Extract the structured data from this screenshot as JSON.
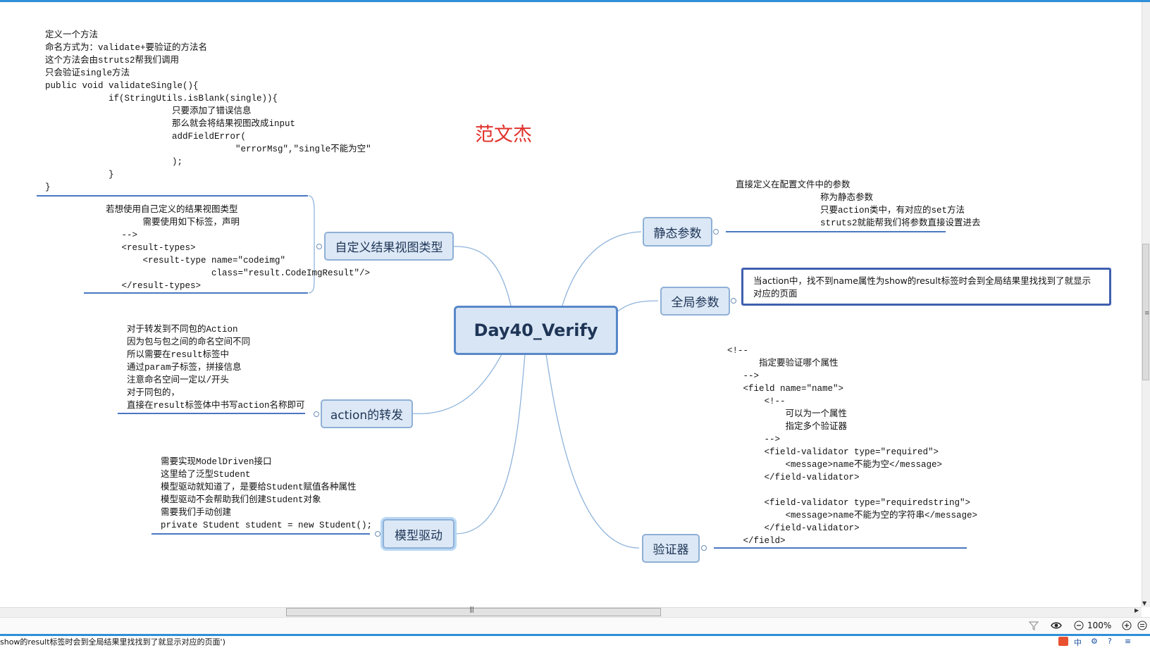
{
  "author": "范文杰",
  "central": "Day40_Verify",
  "branches": {
    "custom_result": "自定义结果视图类型",
    "forward": "action的转发",
    "model_driven": "模型驱动",
    "static_params": "静态参数",
    "global_params": "全局参数",
    "validator": "验证器"
  },
  "notes": {
    "top_left": "定义一个方法\n命名方式为：validate+要验证的方法名\n这个方法会由struts2帮我们调用\n只会验证single方法\npublic void validateSingle(){\n            if(StringUtils.isBlank(single)){\n                        只要添加了错误信息\n                        那么就会将结果视图改成input\n                        addFieldError(\n                                    \"errorMsg\",\"single不能为空\"\n                        );\n            }\n}",
    "custom_result": "若想使用自己定义的结果视图类型\n       需要使用如下标签，声明\n   -->\n   <result-types>\n       <result-type name=\"codeimg\"\n                    class=\"result.CodeImgResult\"/>\n   </result-types>",
    "forward": "对于转发到不同包的Action\n因为包与包之间的命名空间不同\n所以需要在result标签中\n通过param子标签，拼接信息\n注意命名空间一定以/开头\n对于同包的，\n直接在result标签体中书写action名称即可",
    "model_driven": "需要实现ModelDriven接口\n这里给了泛型Student\n模型驱动就知道了，是要给Student赋值各种属性\n模型驱动不会帮助我们创建Student对象\n需要我们手动创建\nprivate Student student = new Student();",
    "static_params": "直接定义在配置文件中的参数\n                称为静态参数\n                只要action类中，有对应的set方法\n                struts2就能帮我们将参数直接设置进去",
    "global_params": "当action中，找不到name属性为show的result标签时会到全局结果里找找到了就显示对应的页面",
    "validator": "<!--\n      指定要验证哪个属性\n   -->\n   <field name=\"name\">\n       <!--\n           可以为一个属性\n           指定多个验证器\n       -->\n       <field-validator type=\"required\">\n           <message>name不能为空</message>\n       </field-validator>\n\n       <field-validator type=\"requiredstring\">\n           <message>name不能为空的字符串</message>\n       </field-validator>\n   </field>"
  },
  "statusbar": {
    "zoom": "100%",
    "bottom_text": "show的result标签时会到全局结果里找找到了就显示对应的页面')"
  },
  "tray": {
    "ime": "中"
  },
  "colors": {
    "node_fill": "#dce8f6",
    "node_border": "#8fb0d6",
    "center_border": "#5888c8",
    "link": "#8fb4dc",
    "author": "#e0302a",
    "callout_border": "#3f5fb0"
  }
}
